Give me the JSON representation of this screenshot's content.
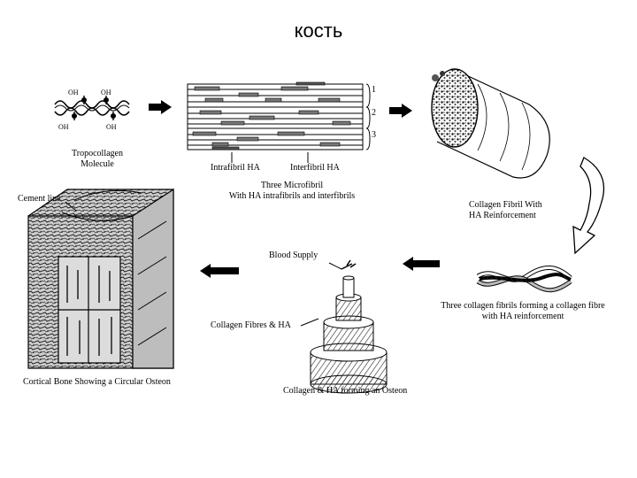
{
  "title": "кость",
  "labels": {
    "tropocollagen_1": "Tropocollagen",
    "tropocollagen_2": "Molecule",
    "oh_a": "OH",
    "oh_b": "OH",
    "oh_c": "OH",
    "oh_d": "OH",
    "intrafibril_ha": "Intrafibril HA",
    "interfibril_ha": "Interfibril HA",
    "microfibril_1": "Three Microfibril",
    "microfibril_2": "With HA intrafibrils and interfibrils",
    "row_1": "1",
    "row_2": "2",
    "row_3": "3",
    "collagen_fibril_1": "Collagen Fibril With",
    "collagen_fibril_2": "HA Reinforcement",
    "three_fibrils_1": "Three collagen fibrils forming a collagen fibre",
    "three_fibrils_2": "with HA reinforcement",
    "blood_supply": "Blood Supply",
    "fibres_ha": "Collagen Fibres & HA",
    "osteon": "Collagen & HA forming an Osteon",
    "cement_line": "Cement line",
    "cortical_bone": "Cortical Bone Showing a Circular Osteon"
  },
  "icons": [
    "arrow-right-icon",
    "arrow-right-icon",
    "arrow-right-icon",
    "curved-arrow-down-icon",
    "arrow-left-icon",
    "arrow-left-icon"
  ]
}
